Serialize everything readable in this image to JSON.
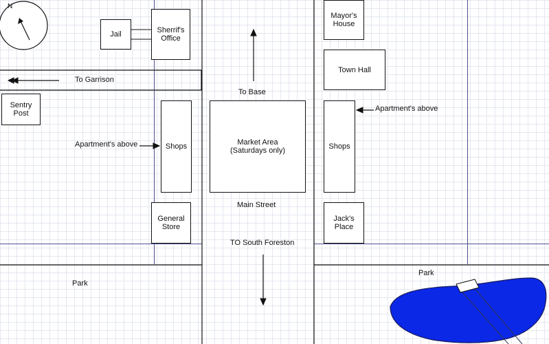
{
  "compass": {
    "north_label": "N"
  },
  "buildings": {
    "jail": "Jail",
    "sheriffs_office": "Sherrif's\nOffice",
    "sentry_post": "Sentry\nPost",
    "shops_west": "Shops",
    "general_store": "General\nStore",
    "market_area": "Market Area\n(Saturdays only)",
    "mayors_house": "Mayor's\nHouse",
    "town_hall": "Town Hall",
    "shops_east": "Shops",
    "jacks_place": "Jack's\nPlace"
  },
  "labels": {
    "to_garrison": "To Garrison",
    "to_base": "To Base",
    "main_street": "Main Street",
    "to_south_foreston": "TO South Foreston",
    "apartments_west": "Apartment's above",
    "apartments_east": "Apartment's above",
    "park_west": "Park",
    "park_east": "Park"
  },
  "colors": {
    "lake": "#0a28e6",
    "outline": "#111111",
    "guide": "#4d4f8f",
    "grid": "#e3e7ef"
  }
}
